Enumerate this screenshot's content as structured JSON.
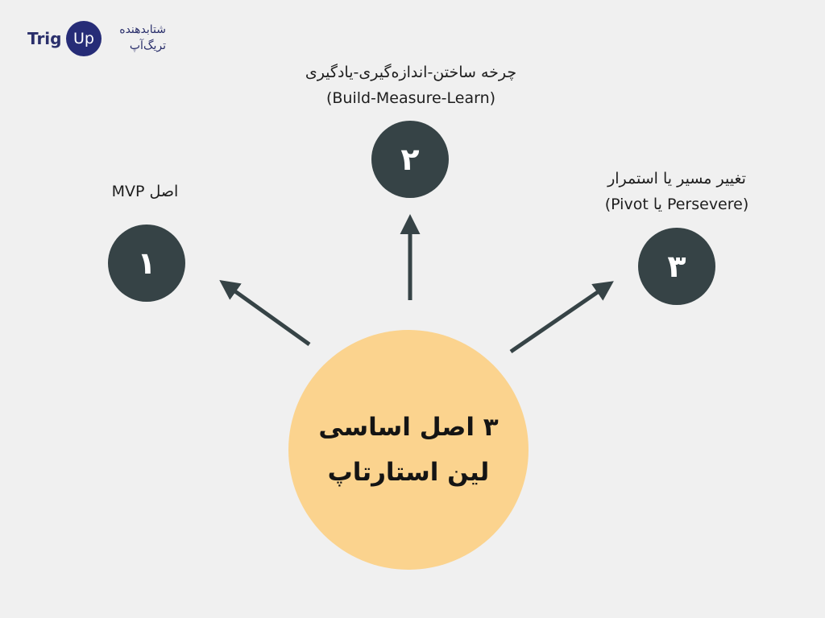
{
  "logo": {
    "brand_left": "Trig",
    "brand_badge": "Up",
    "persian_line_1": "شتابدهنده",
    "persian_line_2": "تریگ‌آپ"
  },
  "center": {
    "line_1": "۳ اصل اساسی",
    "line_2": "لین استارتاپ"
  },
  "nodes": [
    {
      "number": "۱",
      "label_line_1": "اصل MVP",
      "label_line_2": ""
    },
    {
      "number": "۲",
      "label_line_1": "چرخه ساختن-اندازه‌گیری-یادگیری",
      "label_line_2": "(Build-Measure-Learn)"
    },
    {
      "number": "۳",
      "label_line_1": "تغییر مسیر یا استمرار",
      "label_line_2": "(Pivot یا Persevere)"
    }
  ],
  "colors": {
    "background": "#f0f0f0",
    "node_fill": "#364346",
    "center_fill": "#fbd38e",
    "arrow": "#364346",
    "brand": "#262c77"
  }
}
